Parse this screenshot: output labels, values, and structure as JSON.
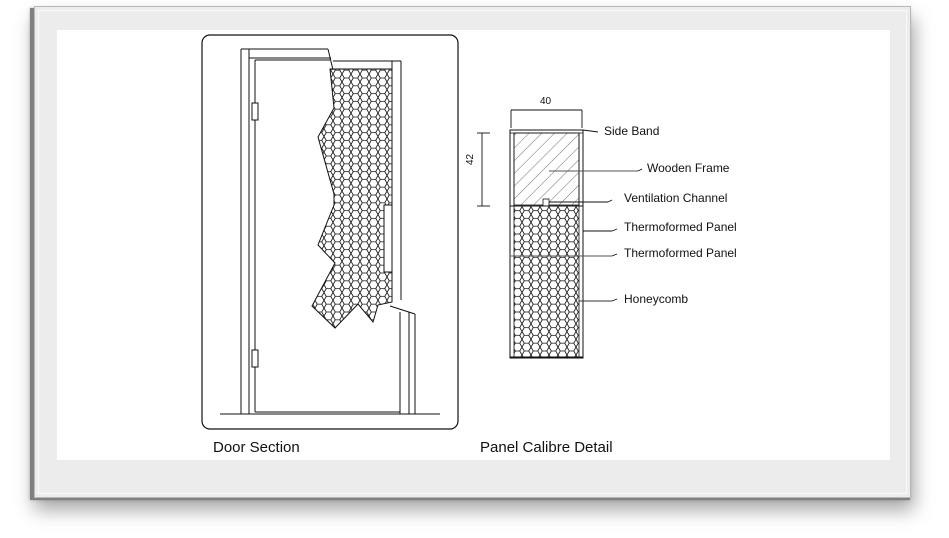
{
  "door_section": {
    "caption": "Door Section"
  },
  "panel_detail": {
    "caption": "Panel Calibre Detail",
    "dimensions": {
      "width": "40",
      "height": "42"
    },
    "labels": [
      {
        "id": "side-band",
        "text": "Side Band"
      },
      {
        "id": "wooden-frame",
        "text": "Wooden Frame"
      },
      {
        "id": "ventilation-channel",
        "text": "Ventilation Channel"
      },
      {
        "id": "thermoformed-panel-1",
        "text": "Thermoformed Panel"
      },
      {
        "id": "thermoformed-panel-2",
        "text": "Thermoformed Panel"
      },
      {
        "id": "honeycomb",
        "text": "Honeycomb"
      }
    ]
  },
  "colors": {
    "line": "#111111",
    "frame_mat": "#ececec",
    "canvas": "#ffffff"
  }
}
